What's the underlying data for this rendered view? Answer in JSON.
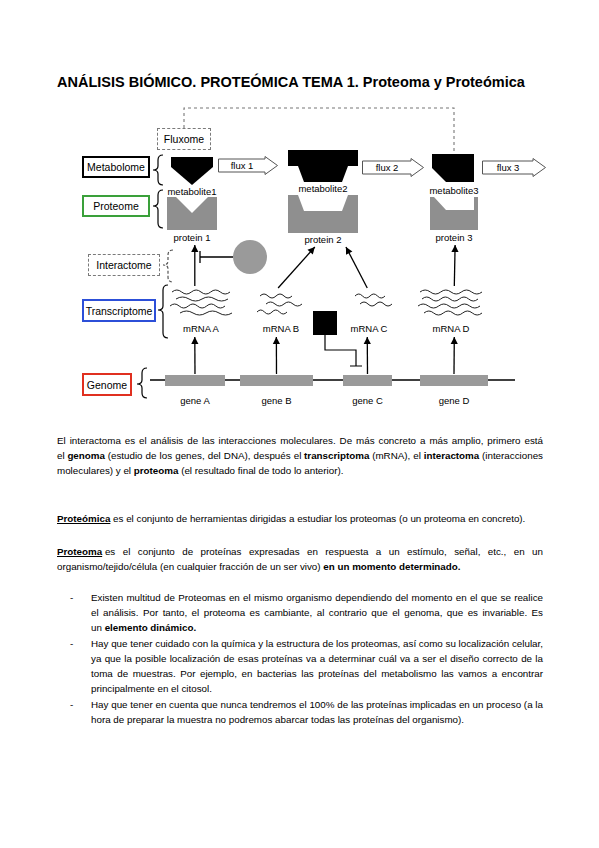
{
  "diagram": {
    "title": "ANÁLISIS BIÓMICO. PROTEÓMICA TEMA 1. Proteoma y Proteómica",
    "nodes": [
      {
        "text": [
          "Fluxome"
        ]
      },
      {
        "text": [
          "Metabolome"
        ]
      },
      {
        "text": [
          "metabolite1"
        ]
      },
      {
        "text": [
          "flux 1"
        ]
      },
      {
        "text": [
          "metabolite2"
        ]
      },
      {
        "text": [
          "flux 2"
        ]
      },
      {
        "text": [
          "metabolite3"
        ]
      },
      {
        "text": [
          "flux 3"
        ]
      },
      {
        "text": [
          "Proteome"
        ]
      },
      {
        "text": [
          "protein 1"
        ]
      },
      {
        "text": [
          "protein 2"
        ]
      },
      {
        "text": [
          "protein 3"
        ]
      },
      {
        "text": [
          "Interactome"
        ]
      },
      {
        "text": [
          "Transcriptome"
        ]
      },
      {
        "text": [
          "mRNA A"
        ]
      },
      {
        "text": [
          "mRNA B"
        ]
      },
      {
        "text": [
          "mRNA C"
        ]
      },
      {
        "text": [
          "mRNA D"
        ]
      },
      {
        "text": [
          "Genome"
        ]
      },
      {
        "text": [
          "gene A"
        ]
      },
      {
        "text": [
          "gene B"
        ]
      },
      {
        "text": [
          "gene C"
        ]
      },
      {
        "text": [
          "gene D"
        ]
      }
    ],
    "edges": [
      {
        "from": 19,
        "to": 14,
        "arrow": "to"
      },
      {
        "from": 20,
        "to": 15,
        "arrow": "to"
      },
      {
        "from": 21,
        "to": 16,
        "arrow": "to"
      },
      {
        "from": 22,
        "to": 17,
        "arrow": "to"
      },
      {
        "from": 14,
        "to": 9,
        "arrow": "to"
      },
      {
        "from": 15,
        "to": 10,
        "arrow": "to"
      },
      {
        "from": 16,
        "to": 10,
        "arrow": "to"
      },
      {
        "from": 17,
        "to": 11,
        "arrow": "to"
      },
      {
        "from": 0,
        "to": 6,
        "arrow": "none"
      }
    ],
    "labels": [
      "El interactoma es el análisis de las interacciones moleculares. De más concreto a más amplio, primero está el",
      "genoma",
      "(estudio de los genes, del DNA), después el",
      "transcriptoma",
      "(mRNA), el",
      "interactoma",
      "(interacciones moleculares) y el",
      "proteoma",
      "(el resultado final de todo lo anterior).",
      "Proteómica",
      "es el conjunto de herramientas dirigidas a estudiar los proteomas (o un proteoma en concreto).",
      "Proteoma",
      "es el conjunto de proteínas expresadas en respuesta a un estímulo, señal, etc., en un organismo/tejido/célula (en cualquier fracción de un ser vivo)",
      "en un momento determinado.",
      "-",
      "Existen multitud de Proteomas en el mismo organismo dependiendo del momento en el que se realice el análisis. Por tanto, el proteoma es cambiante, al contrario que el genoma, que es invariable. Es un",
      "elemento dinámico.",
      "-",
      "Hay que tener cuidado con la química y la estructura de los proteomas, así como su localización celular, ya que la posible localización de esas proteínas va a determinar cuál va a ser el diseño correcto de la toma de muestras. Por ejemplo, en bacterias las proteínas del metabolismo las vamos a encontrar principalmente en el citosol.",
      "-",
      "Hay que tener en cuenta que nunca tendremos el 100% de las proteínas implicadas en un proceso (a la hora de preparar la muestra no podremos abarcar todas las proteínas del organismo)."
    ]
  }
}
